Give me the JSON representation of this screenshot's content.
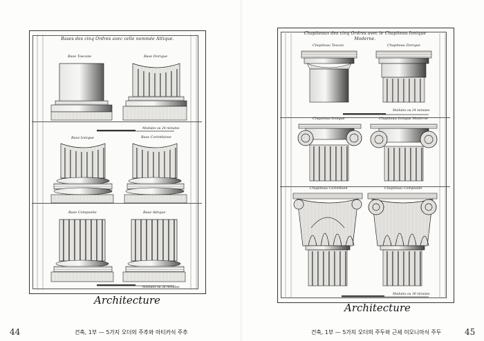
{
  "left_page": {
    "plate_title": "Bases des cinq Ordres avec celle nommée Attique.",
    "captions": [
      "Base Toscane",
      "Base Dorique",
      "Base Ionique",
      "Base Corinthiene",
      "Base Composite",
      "Base Attique"
    ],
    "scale_text_1": "Modules ou 24 minutes",
    "scale_text_2": "Modules ou 36 minutes",
    "plate_label": "Architecture",
    "folio": "44",
    "footer": "건축, 1부 — 5가지 오더의 주추와 아티카식 주추"
  },
  "right_page": {
    "plate_title": "Chapiteaux des cinq Ordres avec le Chapiteau Ionique",
    "plate_title_2": "Moderne.",
    "captions": [
      "Chapiteau Toscan",
      "Chapiteau Dorique",
      "Chapiteau Ionique",
      "Chapiteau Ionique Moderne",
      "Chapiteau Corinthien",
      "Chapiteau Composite"
    ],
    "scale_text_1": "Modules ou 24 minutes",
    "scale_text_2": "Modules ou 36 minutes",
    "plate_label": "Architecture",
    "folio": "45",
    "footer": "건축, 1부 — 5가지 오더의 주두와 근세 이오니아식 주두"
  }
}
